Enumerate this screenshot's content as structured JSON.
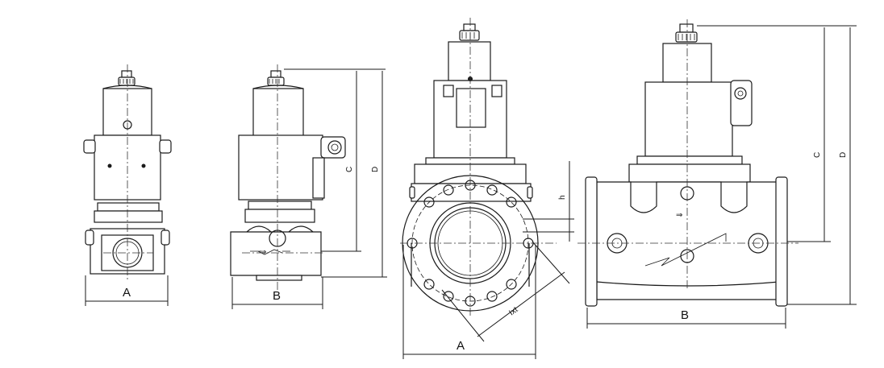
{
  "labels": {
    "view1_width": "A",
    "view2_length": "B",
    "view2_height_c": "C",
    "view2_height_d": "D",
    "view3_width": "A",
    "view3_h": "h",
    "view3_bolt": "Ixt",
    "view4_length": "B",
    "view4_height_c": "C",
    "view4_height_d": "D"
  },
  "colors": {
    "line": "#1a1a1a",
    "background": "#ffffff"
  }
}
